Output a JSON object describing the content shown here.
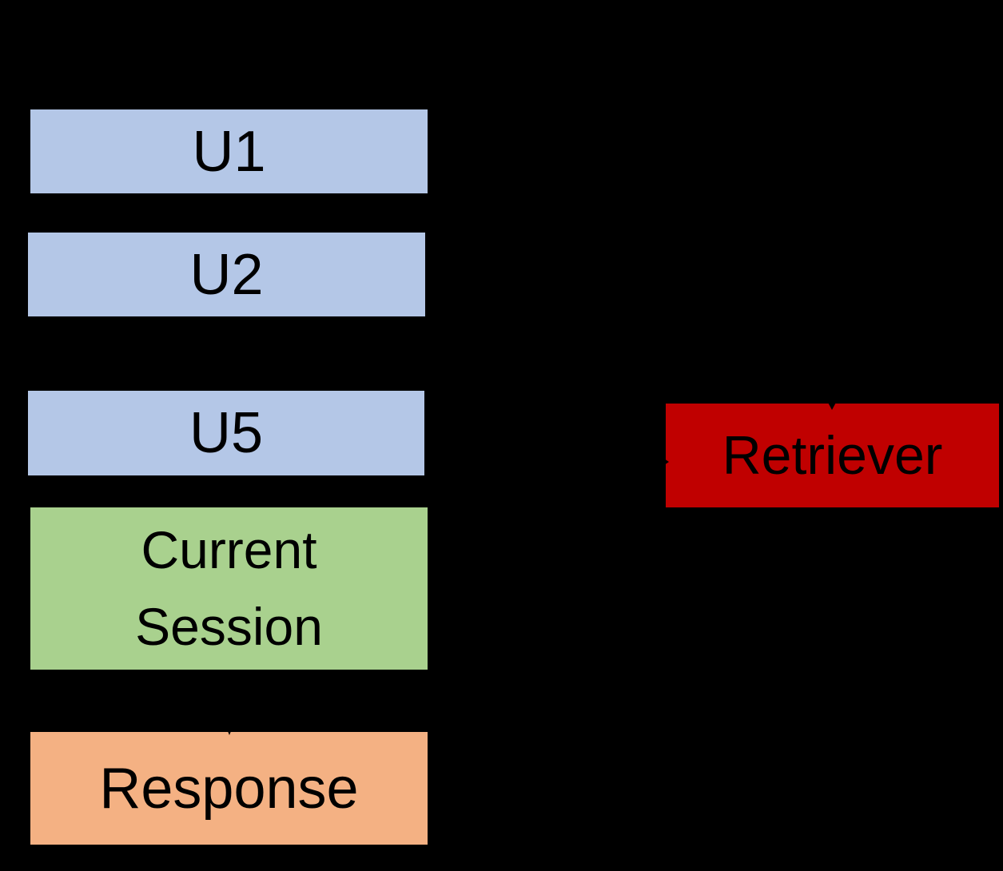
{
  "canvas": {
    "background_color": "#000000",
    "text_color": "#000000"
  },
  "history": {
    "utterances": [
      {
        "label": "U1",
        "color": "#B4C7E7"
      },
      {
        "label": "U2",
        "color": "#B4C7E7"
      },
      {
        "label": "U5",
        "color": "#B4C7E7"
      }
    ]
  },
  "current_session": {
    "label": "Current\nSession",
    "color": "#A9D18E"
  },
  "response": {
    "label": "Response",
    "color": "#F4B183"
  },
  "retriever": {
    "label": "Retriever",
    "color": "#C00000"
  }
}
